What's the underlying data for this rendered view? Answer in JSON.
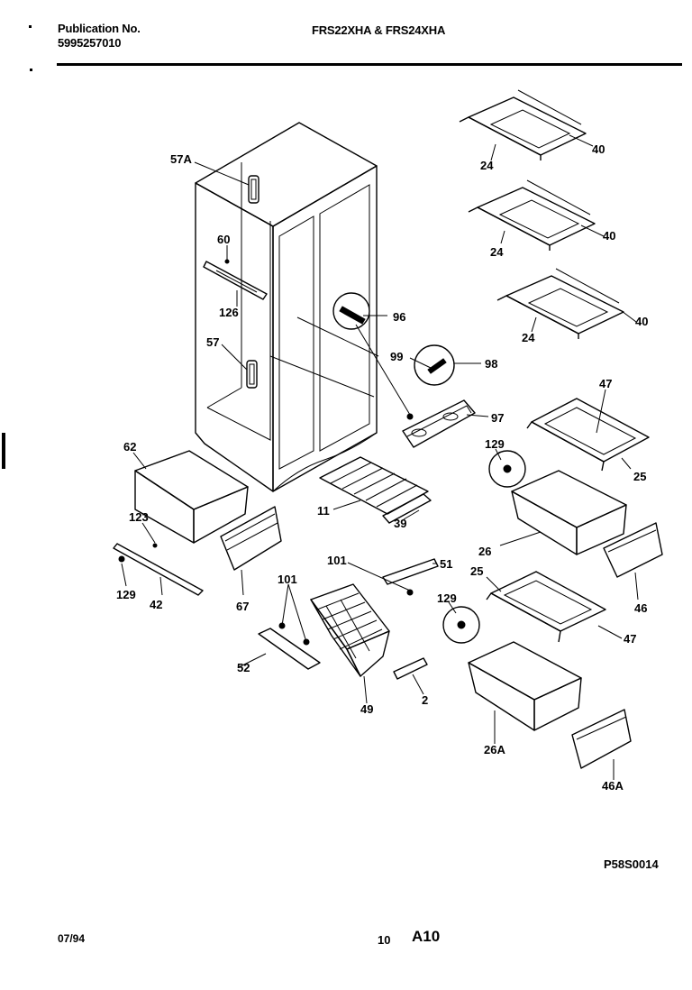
{
  "header": {
    "publication_label": "Publication No.",
    "publication_number": "5995257010",
    "models": "FRS22XHA & FRS24XHA"
  },
  "parts": [
    {
      "id": "57a",
      "text": "57A"
    },
    {
      "id": "60",
      "text": "60"
    },
    {
      "id": "126",
      "text": "126"
    },
    {
      "id": "57",
      "text": "57"
    },
    {
      "id": "96",
      "text": "96"
    },
    {
      "id": "99",
      "text": "99"
    },
    {
      "id": "98",
      "text": "98"
    },
    {
      "id": "97",
      "text": "97"
    },
    {
      "id": "24_1",
      "text": "24"
    },
    {
      "id": "40_1",
      "text": "40"
    },
    {
      "id": "24_2",
      "text": "24"
    },
    {
      "id": "40_2",
      "text": "40"
    },
    {
      "id": "24_3",
      "text": "24"
    },
    {
      "id": "40_3",
      "text": "40"
    },
    {
      "id": "47_1",
      "text": "47"
    },
    {
      "id": "129_1",
      "text": "129"
    },
    {
      "id": "25_1",
      "text": "25"
    },
    {
      "id": "62",
      "text": "62"
    },
    {
      "id": "11",
      "text": "11"
    },
    {
      "id": "39",
      "text": "39"
    },
    {
      "id": "123",
      "text": "123"
    },
    {
      "id": "129_2",
      "text": "129"
    },
    {
      "id": "42",
      "text": "42"
    },
    {
      "id": "67",
      "text": "67"
    },
    {
      "id": "26",
      "text": "26"
    },
    {
      "id": "46",
      "text": "46"
    },
    {
      "id": "101_1",
      "text": "101"
    },
    {
      "id": "51",
      "text": "51"
    },
    {
      "id": "101_2",
      "text": "101"
    },
    {
      "id": "25_2",
      "text": "25"
    },
    {
      "id": "129_3",
      "text": "129"
    },
    {
      "id": "47_2",
      "text": "47"
    },
    {
      "id": "52",
      "text": "52"
    },
    {
      "id": "49",
      "text": "49"
    },
    {
      "id": "2",
      "text": "2"
    },
    {
      "id": "26a",
      "text": "26A"
    },
    {
      "id": "46a",
      "text": "46A"
    }
  ],
  "diagram_code": "P58S0014",
  "footer": {
    "date": "07/94",
    "page_number": "10",
    "section": "A10"
  }
}
